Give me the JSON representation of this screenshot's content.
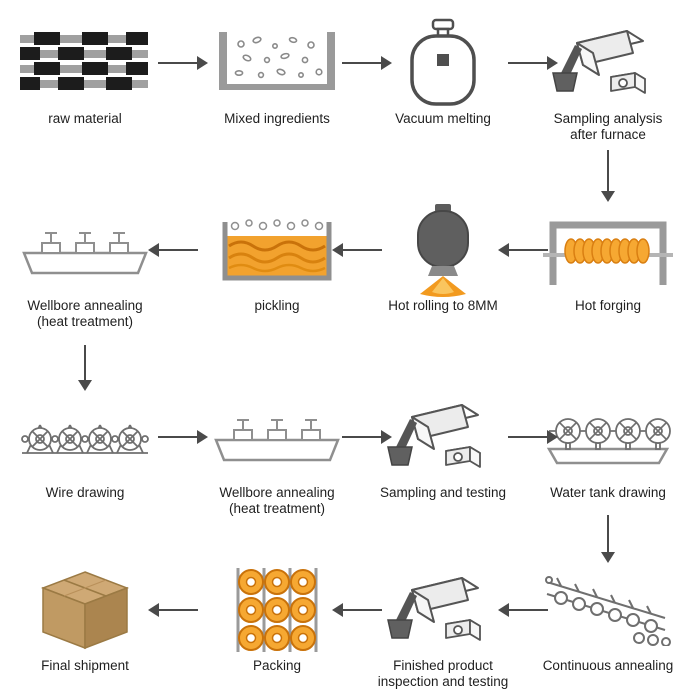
{
  "colors": {
    "arrow": "#4a4a4a",
    "outline_gray": "#8f8f8f",
    "accent_orange": "#f6a832",
    "accent_orange_dark": "#c9720a",
    "carton_tan": "#c09a63",
    "text": "#1f1f1f",
    "background": "#ffffff"
  },
  "steps": [
    {
      "id": 1,
      "label": "raw material",
      "icon": "raw-material-icon"
    },
    {
      "id": 2,
      "label": "Mixed ingredients",
      "icon": "mixed-ingredients-icon"
    },
    {
      "id": 3,
      "label": "Vacuum melting",
      "icon": "vacuum-melting-icon"
    },
    {
      "id": 4,
      "label": "Sampling analysis after furnace",
      "icon": "sampling-pour-icon"
    },
    {
      "id": 5,
      "label": "Hot forging",
      "icon": "hot-forging-icon"
    },
    {
      "id": 6,
      "label": "Hot rolling to 8MM",
      "icon": "hot-rolling-icon"
    },
    {
      "id": 7,
      "label": "pickling",
      "icon": "pickling-tank-icon"
    },
    {
      "id": 8,
      "label": "Wellbore annealing (heat treatment)",
      "icon": "wellbore-annealing-icon"
    },
    {
      "id": 9,
      "label": "Wire drawing",
      "icon": "wire-drawing-icon"
    },
    {
      "id": 10,
      "label": "Wellbore annealing (heat treatment)",
      "icon": "wellbore-annealing-icon"
    },
    {
      "id": 11,
      "label": "Sampling and testing",
      "icon": "sampling-pour-icon"
    },
    {
      "id": 12,
      "label": "Water tank drawing",
      "icon": "water-tank-drawing-icon"
    },
    {
      "id": 13,
      "label": "Continuous annealing",
      "icon": "continuous-annealing-icon"
    },
    {
      "id": 14,
      "label": "Finished product inspection and testing",
      "icon": "sampling-pour-icon"
    },
    {
      "id": 15,
      "label": "Packing",
      "icon": "packing-icon"
    },
    {
      "id": 16,
      "label": "Final shipment",
      "icon": "final-shipment-icon"
    }
  ],
  "rows": [
    {
      "direction": "right",
      "step_ids": [
        1,
        2,
        3,
        4
      ]
    },
    {
      "direction": "left",
      "step_ids": [
        5,
        6,
        7,
        8
      ]
    },
    {
      "direction": "right",
      "step_ids": [
        9,
        10,
        11,
        12
      ]
    },
    {
      "direction": "left",
      "step_ids": [
        13,
        14,
        15,
        16
      ]
    }
  ],
  "row_connectors": [
    {
      "after_row": 1,
      "side": "right",
      "direction": "down"
    },
    {
      "after_row": 2,
      "side": "left",
      "direction": "down"
    },
    {
      "after_row": 3,
      "side": "right",
      "direction": "down"
    }
  ]
}
